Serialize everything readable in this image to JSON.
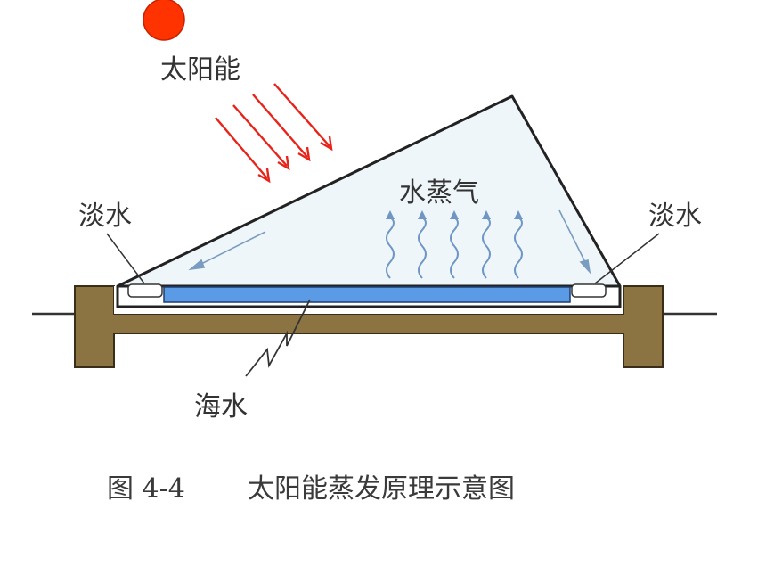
{
  "labels": {
    "sun": "太阳能",
    "vapor": "水蒸气",
    "fresh_left": "淡水",
    "fresh_right": "淡水",
    "seawater": "海水"
  },
  "caption": {
    "number": "图 4-4",
    "title": "太阳能蒸发原理示意图"
  },
  "colors": {
    "sun": "#ff3300",
    "sun_rays": "#e8231a",
    "frame": "#8b7342",
    "seawater": "#5b9be6",
    "glass_fill": "#eef6fa",
    "vapor": "#6f96c4"
  }
}
